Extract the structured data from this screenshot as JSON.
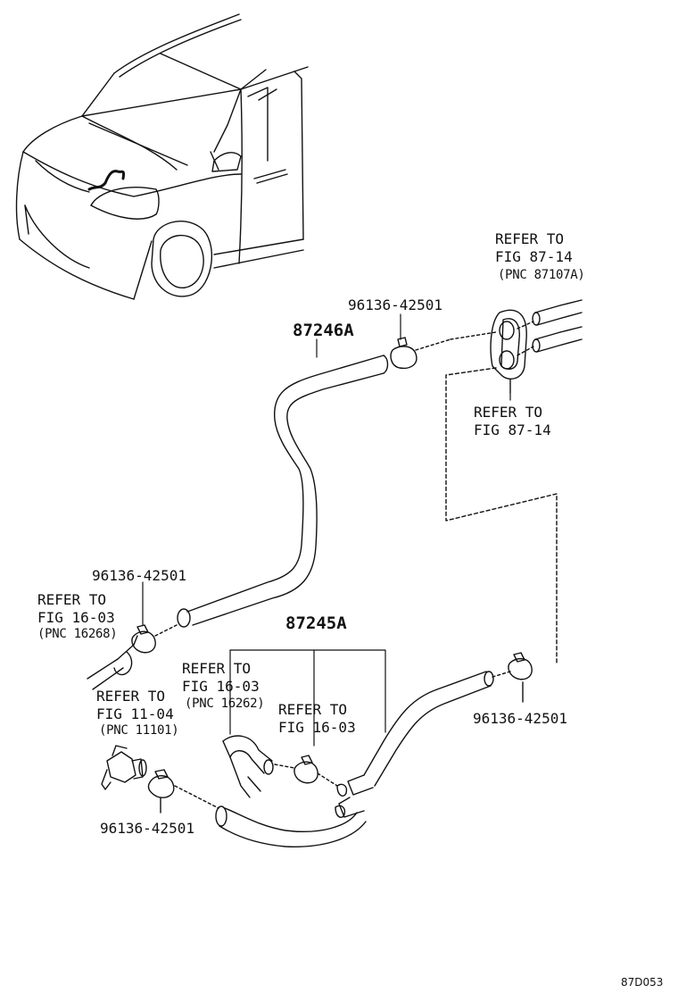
{
  "labels": {
    "hose_upper": "87246A",
    "hose_lower": "87245A",
    "clamp_top": "96136-42501",
    "clamp_left_mid": "96136-42501",
    "clamp_right_lower": "96136-42501",
    "clamp_bottom_left": "96136-42501",
    "refer_a": {
      "line1": "REFER TO",
      "line2": "FIG 87-14",
      "line3": "(PNC 87107A)"
    },
    "refer_b": {
      "line1": "REFER TO",
      "line2": "FIG 87-14"
    },
    "refer_c": {
      "line1": "REFER TO",
      "line2": "FIG 16-03",
      "line3": "(PNC 16268)"
    },
    "refer_d": {
      "line1": "REFER TO",
      "line2": "FIG 11-04",
      "line3": "(PNC 11101)"
    },
    "refer_e": {
      "line1": "REFER TO",
      "line2": "FIG 16-03",
      "line3": "(PNC 16262)"
    },
    "refer_f": {
      "line1": "REFER TO",
      "line2": "FIG 16-03"
    },
    "diagram_code": "87D053"
  },
  "colors": {
    "ink": "#111111",
    "background": "#ffffff"
  }
}
